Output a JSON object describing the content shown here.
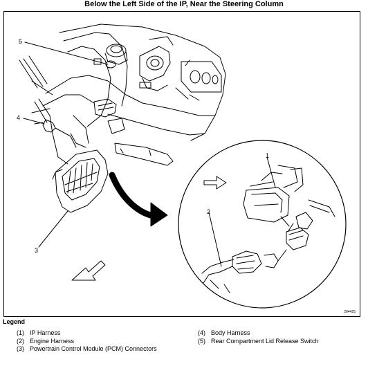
{
  "title": "Below the Left Side of the IP, Near the Steering Column",
  "figure_id": "264425",
  "callouts": [
    "1",
    "2",
    "3",
    "4",
    "5"
  ],
  "legend": {
    "heading": "Legend",
    "left": [
      {
        "num": "(1)",
        "text": "IP Harness"
      },
      {
        "num": "(2)",
        "text": "Engine Harness"
      },
      {
        "num": "(3)",
        "text": "Powertrain Control Module (PCM) Connectors"
      }
    ],
    "right": [
      {
        "num": "(4)",
        "text": "Body Harness"
      },
      {
        "num": "(5)",
        "text": "Rear Compartment Lid Release Switch"
      }
    ]
  }
}
